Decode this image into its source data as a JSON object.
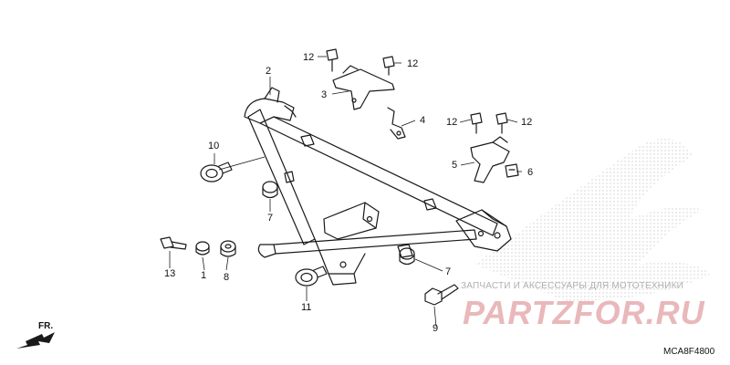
{
  "diagram_code": "MCA8F4800",
  "front_label": "FR.",
  "watermark": {
    "caption": "ЗАПЧАСТИ И АКСЕССУАРЫ ДЛЯ МОТОТЕХНИКИ",
    "logo": "PARTZFOR.RU"
  },
  "callouts": {
    "c1": "1",
    "c2": "2",
    "c3": "3",
    "c4": "4",
    "c5": "5",
    "c6": "6",
    "c7a": "7",
    "c7b": "7",
    "c8": "8",
    "c9": "9",
    "c10": "10",
    "c11": "11",
    "c12a": "12",
    "c12b": "12",
    "c12c": "12",
    "c12d": "12",
    "c13": "13"
  },
  "colors": {
    "line": "#1a1a1a",
    "watermark_pink": "#e9b8bb",
    "watermark_dots": "#c8c8c8"
  }
}
